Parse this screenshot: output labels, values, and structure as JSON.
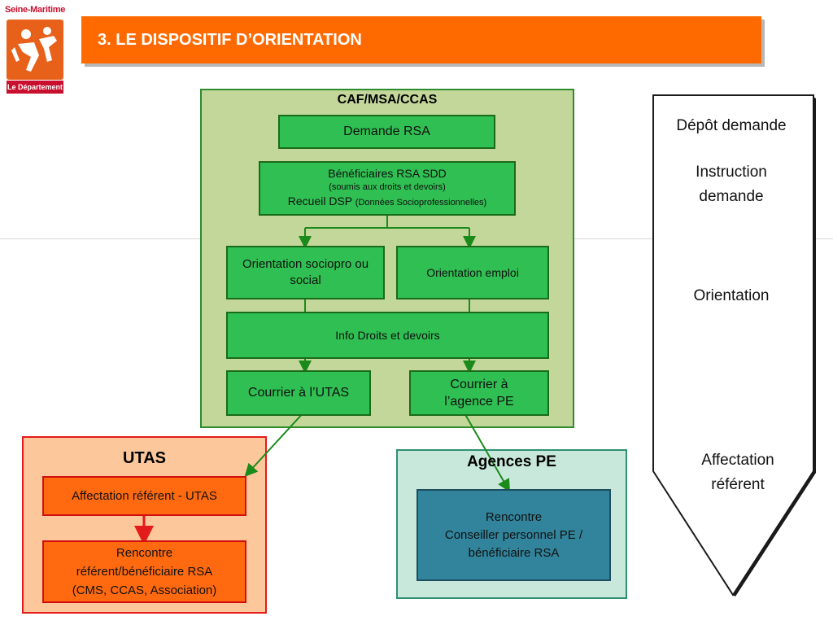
{
  "logo": {
    "top_text": "Seine-Maritime",
    "bottom_text": "Le Département"
  },
  "title": "3. LE DISPOSITIF D’ORIENTATION",
  "caf": {
    "title": "CAF/MSA/CCAS",
    "demande": "Demande RSA",
    "benef_line1": "Bénéficiaires RSA  SDD",
    "benef_line2": "(soumis aux droits et devoirs)",
    "benef_line3": "Recueil DSP",
    "benef_line3_small": "(Données Socioprofessionnelles)",
    "orient_socio": "Orientation sociopro ou social",
    "orient_emploi": "Orientation emploi",
    "info": "Info Droits et devoirs",
    "courrier_utas": "Courrier à l’UTAS",
    "courrier_pe": "Courrier à l’agence PE"
  },
  "utas": {
    "title": "UTAS",
    "affectation": "Affectation référent - UTAS",
    "rencontre_line1": "Rencontre",
    "rencontre_line2": "référent/bénéficiaire RSA",
    "rencontre_line3": "(CMS, CCAS, Association)"
  },
  "pe": {
    "title": "Agences PE",
    "rencontre_line1": "Rencontre",
    "rencontre_line2": "Conseiller personnel PE /",
    "rencontre_line3": "bénéficiaire RSA"
  },
  "steps": {
    "depot": "Dépôt demande",
    "instruction_line1": "Instruction",
    "instruction_line2": "demande",
    "orientation": "Orientation",
    "affectation_line1": "Affectation",
    "affectation_line2": "référent"
  }
}
